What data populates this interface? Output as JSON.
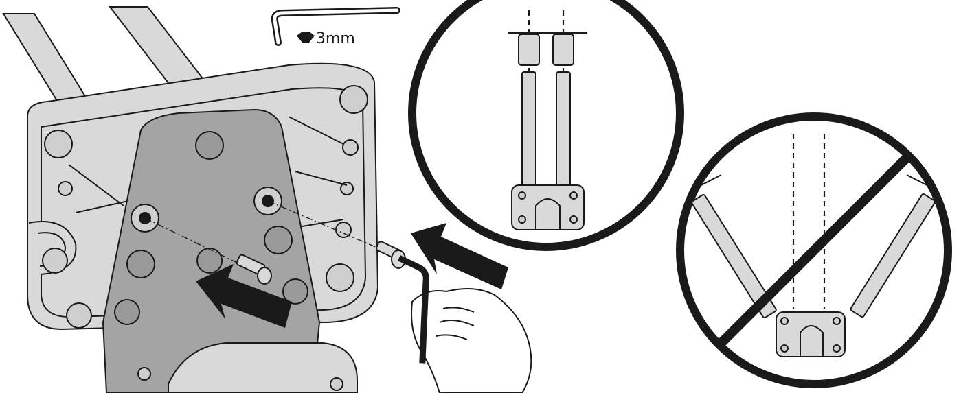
{
  "tool": {
    "size_label": "3mm",
    "icon": "hex-key-icon"
  },
  "panels": {
    "correct": {
      "icon": "correct-alignment-detail",
      "ring_color": "#1a1a1a"
    },
    "incorrect": {
      "icon": "prohibited-alignment-detail",
      "ring_color": "#1a1a1a"
    }
  },
  "colors": {
    "outline": "#1a1a1a",
    "bracket": "#d9d9d9",
    "plate": "#a4a4a4",
    "background": "#ffffff"
  }
}
